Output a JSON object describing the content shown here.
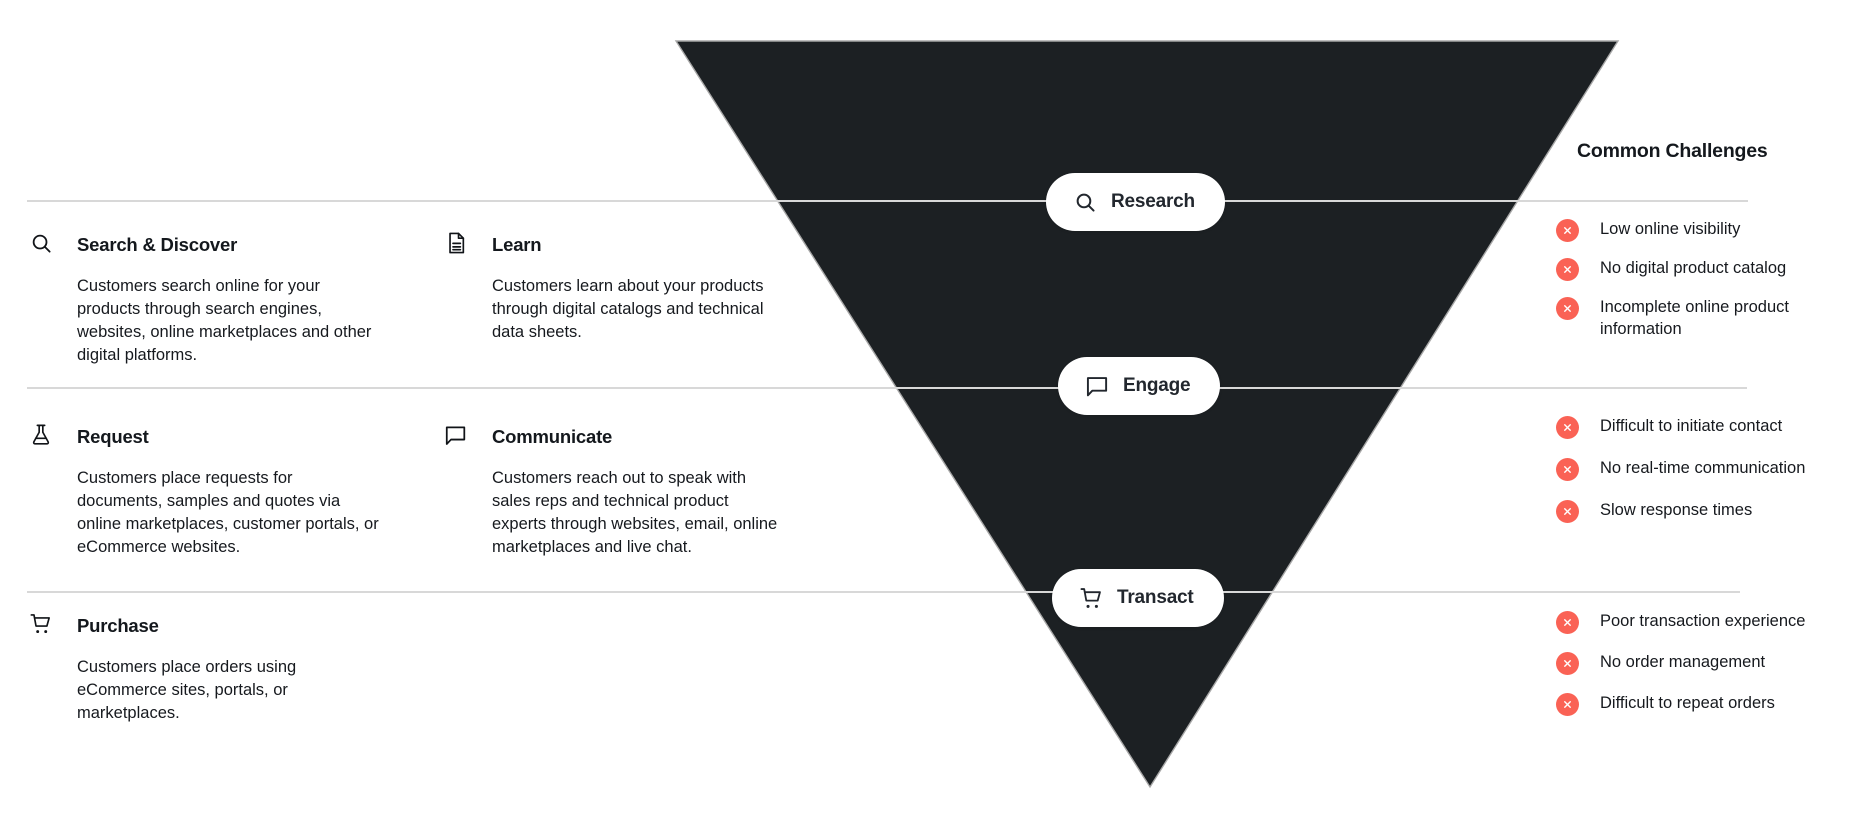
{
  "theme": {
    "funnel_color": "#1c2023",
    "badge_color": "#fa6255",
    "divider_color": "#d8d8d8",
    "text_color": "#16191e",
    "background": "#ffffff"
  },
  "funnel": {
    "shape": "inverted-triangle",
    "stages": [
      {
        "id": "research",
        "label": "Research",
        "icon": "search-icon"
      },
      {
        "id": "engage",
        "label": "Engage",
        "icon": "chat-bubble-icon"
      },
      {
        "id": "transact",
        "label": "Transact",
        "icon": "shopping-cart-icon"
      }
    ]
  },
  "rows": [
    {
      "id": "research-row",
      "left": {
        "icon": "search-icon",
        "title": "Search & Discover",
        "body": "Customers search online for your products through search engines, websites, online marketplaces and other digital platforms."
      },
      "mid": {
        "icon": "document-icon",
        "title": "Learn",
        "body": "Customers learn about your products through digital catalogs and technical data sheets."
      }
    },
    {
      "id": "engage-row",
      "left": {
        "icon": "flask-icon",
        "title": "Request",
        "body": "Customers place requests for documents, samples and quotes via online marketplaces, customer portals, or eCommerce websites."
      },
      "mid": {
        "icon": "chat-bubble-icon",
        "title": "Communicate",
        "body": "Customers reach out to speak with sales reps and technical product experts through websites, email, online marketplaces and live chat."
      }
    },
    {
      "id": "transact-row",
      "left": {
        "icon": "shopping-cart-icon",
        "title": "Purchase",
        "body": "Customers place orders using eCommerce sites, portals, or marketplaces."
      },
      "mid": null
    }
  ],
  "challenges": {
    "title": "Common Challenges",
    "badge_icon": "x-mark-icon",
    "groups": [
      {
        "stage": "research",
        "items": [
          "Low online visibility",
          "No digital product catalog",
          "Incomplete online product information"
        ]
      },
      {
        "stage": "engage",
        "items": [
          "Difficult to initiate contact",
          "No real-time communication",
          "Slow response times"
        ]
      },
      {
        "stage": "transact",
        "items": [
          "Poor transaction experience",
          "No order management",
          "Difficult to repeat orders"
        ]
      }
    ]
  }
}
